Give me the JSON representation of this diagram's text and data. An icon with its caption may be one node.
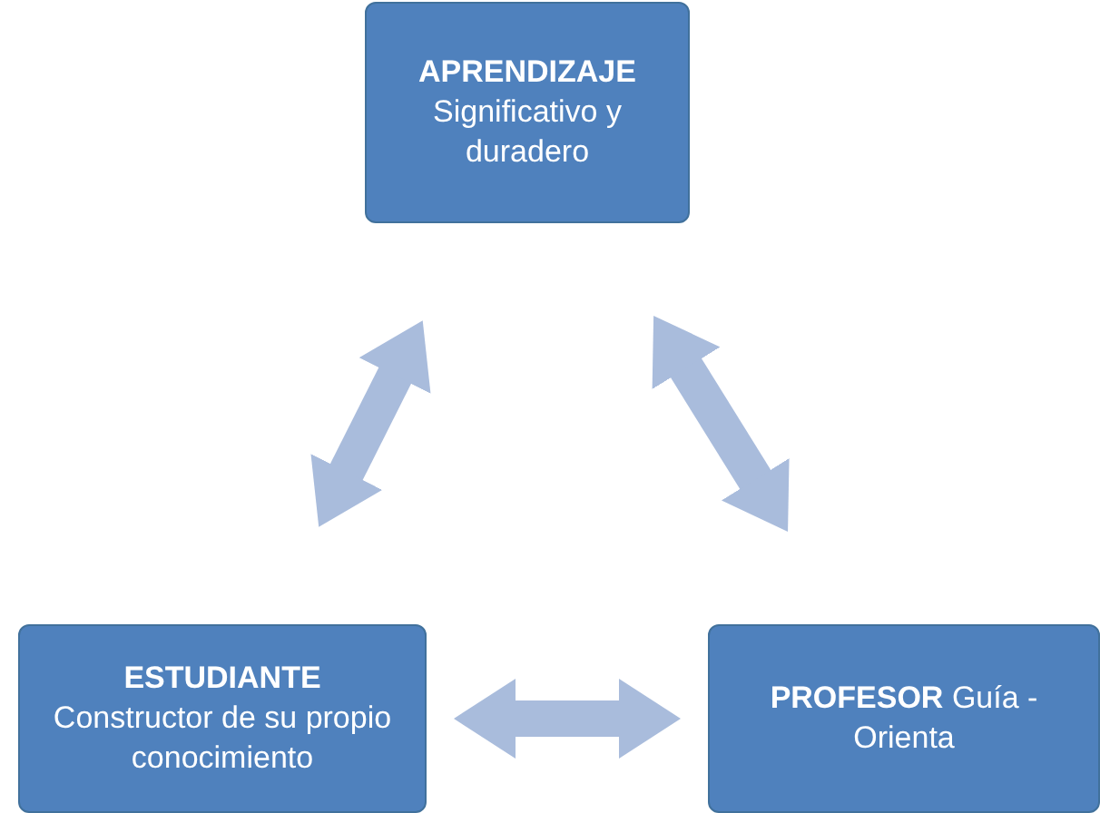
{
  "diagram": {
    "nodes": [
      {
        "text": [
          "APRENDIZAJE",
          "Significativo y duradero"
        ]
      },
      {
        "text": [
          "ESTUDIANTE",
          "Constructor de su propio conocimiento"
        ]
      },
      {
        "text": [
          "**PROFESOR** Guía - Orienta"
        ]
      }
    ],
    "edges": [
      {
        "from": 0,
        "to": 1,
        "arrow": "both"
      },
      {
        "from": 0,
        "to": 2,
        "arrow": "both"
      },
      {
        "from": 1,
        "to": 2,
        "arrow": "both"
      }
    ]
  }
}
